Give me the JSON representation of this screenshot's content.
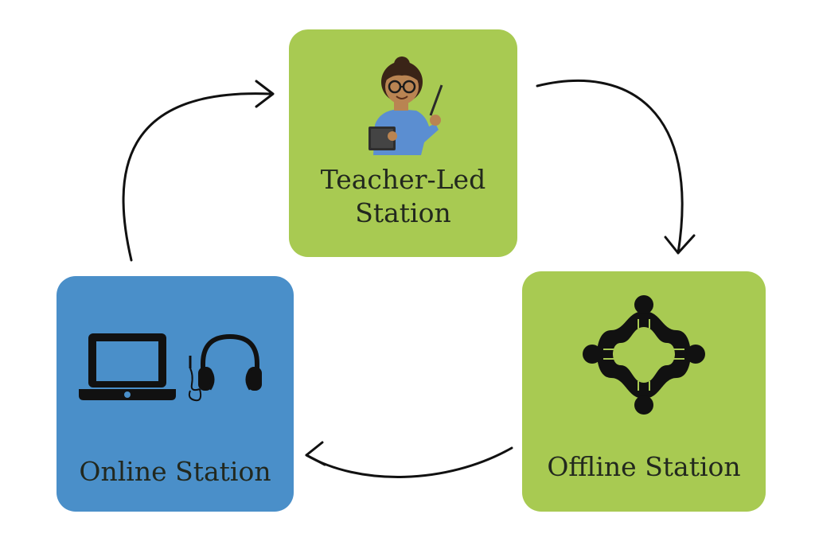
{
  "stations": {
    "teacher": {
      "label_line1": "Teacher-Led",
      "label_line2": "Station",
      "color": "#a8ca52",
      "icon": "teacher-icon"
    },
    "offline": {
      "label": "Offline Station",
      "color": "#a8ca52",
      "icon": "group-meeting-icon"
    },
    "online": {
      "label": "Online Station",
      "color": "#4a8fc9",
      "icon": "laptop-headphones-icon"
    }
  },
  "arrow_color": "#111111"
}
